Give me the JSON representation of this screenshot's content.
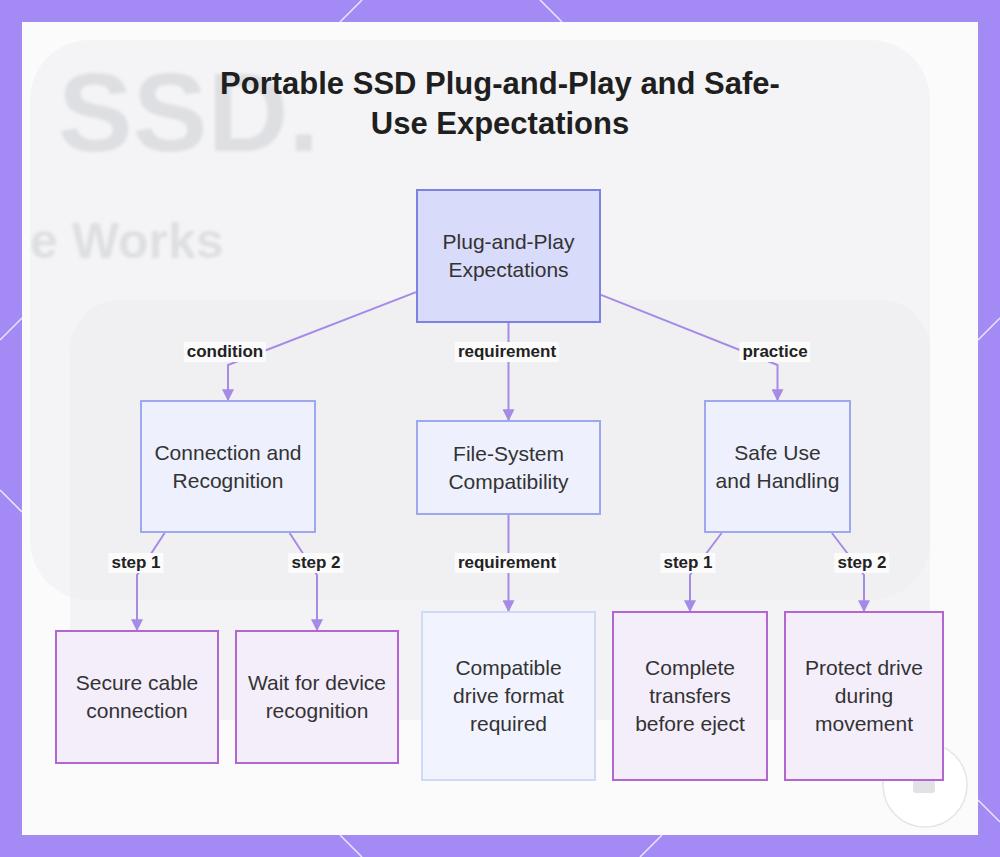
{
  "diagram": {
    "title": "Portable SSD Plug-and-Play and Safe-Use Expectations",
    "nodes": [
      {
        "text": [
          "Plug-and-Play Expectations"
        ]
      },
      {
        "text": [
          "Connection and Recognition"
        ]
      },
      {
        "text": [
          "File-System Compatibility"
        ]
      },
      {
        "text": [
          "Safe Use and Handling"
        ]
      },
      {
        "text": [
          "Secure cable connection"
        ]
      },
      {
        "text": [
          "Wait for device recognition"
        ]
      },
      {
        "text": [
          "Compatible drive format required"
        ]
      },
      {
        "text": [
          "Complete transfers before eject"
        ]
      },
      {
        "text": [
          "Protect drive during movement"
        ]
      }
    ],
    "edges": [
      {
        "from": 0,
        "to": 1,
        "label": "condition",
        "arrow": "to"
      },
      {
        "from": 0,
        "to": 2,
        "label": "requirement",
        "arrow": "to"
      },
      {
        "from": 0,
        "to": 3,
        "label": "practice",
        "arrow": "to"
      },
      {
        "from": 1,
        "to": 4,
        "label": "step 1",
        "arrow": "to"
      },
      {
        "from": 1,
        "to": 5,
        "label": "step 2",
        "arrow": "to"
      },
      {
        "from": 2,
        "to": 6,
        "label": "requirement",
        "arrow": "to"
      },
      {
        "from": 3,
        "to": 7,
        "label": "step 1",
        "arrow": "to"
      },
      {
        "from": 3,
        "to": 8,
        "label": "step 2",
        "arrow": "to"
      }
    ],
    "labels": [
      "SSD.",
      "e Works"
    ]
  }
}
